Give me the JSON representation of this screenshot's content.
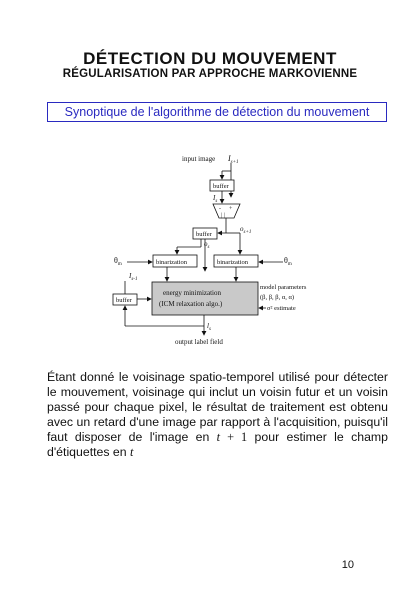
{
  "slide": {
    "title": "DÉTECTION DU MOUVEMENT",
    "subtitle": "RÉGULARISATION PAR APPROCHE MARKOVIENNE",
    "boxed_heading": "Synoptique de l'algorithme de détection du mouvement",
    "paragraph": {
      "text": "Étant donné le voisinage spatio-temporel utilisé pour détecter le mouvement, voisinage qui inclut un voisin futur et un voisin passé pour chaque pixel, le résultat de traitement est obtenu avec un retard d'une image par rapport à l'acquisition, puisqu'il faut disposer de l'image en ",
      "expr1_var": "t",
      "expr1_op": " + 1",
      "middle": " pour estimer le champ d'étiquettes en ",
      "expr2_var": "t"
    },
    "page_number": "10"
  },
  "diagram": {
    "input_label": "input image",
    "input_sym": "I",
    "input_sub": "s+1",
    "buffer_label": "buffer",
    "is_sym": "I",
    "is_sub": "s",
    "plus": "+",
    "minus": "-",
    "abs": "| |",
    "o_sym": "o",
    "o_sub": "s+1",
    "os_sub": "s",
    "binarization_label": "binarization",
    "theta_sym": "θ",
    "theta_sub": "m",
    "i1_sub": "s-1",
    "energy_line1": "energy minimization",
    "energy_line2": "(ICM relaxation algo.)",
    "model_line1": "model parameters",
    "model_line2": "(β, β, β, α, α)",
    "sigma_label": "σ² estimate",
    "output_label": "output label field",
    "l_sym": "l",
    "l_sub": "s"
  }
}
